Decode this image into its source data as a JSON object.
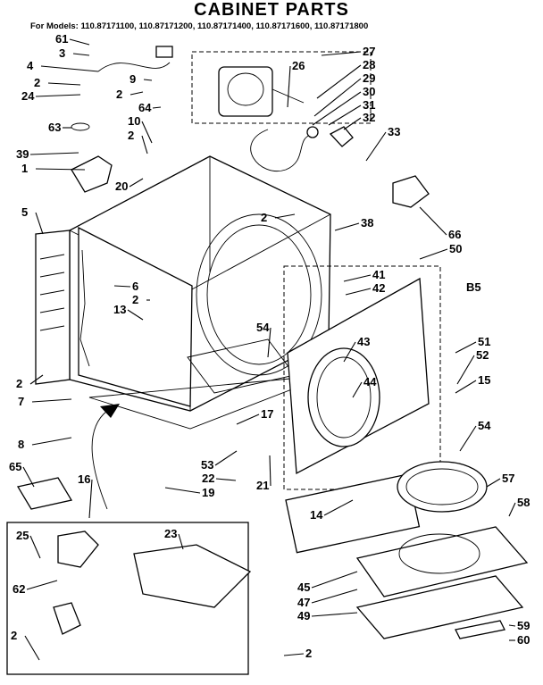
{
  "header": {
    "title": "CABINET PARTS",
    "models": "For Models: 110.87171100, 110.87171200, 110.87171400, 110.87171600, 110.87171800"
  },
  "diagram": {
    "corner_code": "B5",
    "callouts": [
      "61",
      "3",
      "4",
      "2",
      "9",
      "24",
      "2",
      "64",
      "63",
      "10",
      "2",
      "39",
      "1",
      "20",
      "5",
      "2",
      "6",
      "2",
      "13",
      "2",
      "7",
      "8",
      "65",
      "16",
      "25",
      "62",
      "2",
      "23",
      "2",
      "26",
      "27",
      "28",
      "29",
      "30",
      "31",
      "32",
      "33",
      "66",
      "50",
      "38",
      "41",
      "42",
      "54",
      "43",
      "44",
      "51",
      "52",
      "15",
      "54",
      "17",
      "53",
      "22",
      "19",
      "21",
      "14",
      "57",
      "58",
      "45",
      "47",
      "49",
      "59",
      "60"
    ]
  }
}
